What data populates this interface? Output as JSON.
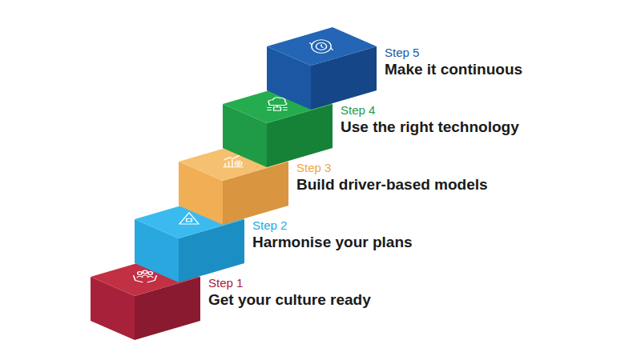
{
  "diagram": {
    "nodes": [
      {
        "text": [
          "Step 1",
          "Get your culture ready"
        ]
      },
      {
        "text": [
          "Step 2",
          "Harmonise your plans"
        ]
      },
      {
        "text": [
          "Step 3",
          "Build driver-based models"
        ]
      },
      {
        "text": [
          "Step 4",
          "Use the right technology"
        ]
      },
      {
        "text": [
          "Step 5",
          "Make it continuous"
        ]
      }
    ]
  }
}
